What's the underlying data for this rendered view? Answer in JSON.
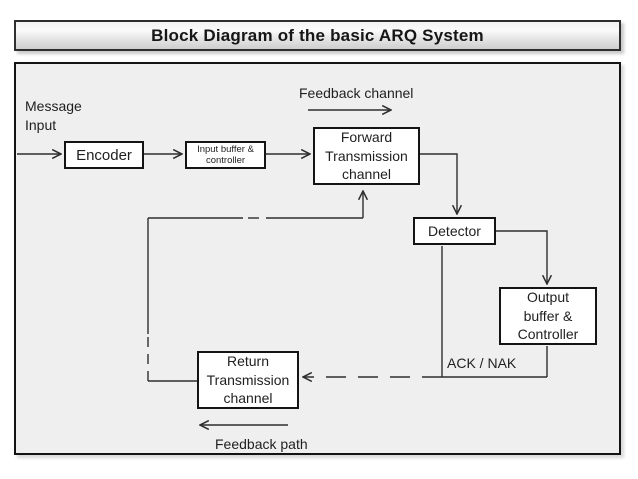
{
  "title": "Block Diagram of the basic ARQ System",
  "diagram": {
    "blocks": {
      "encoder": "Encoder",
      "input_buffer": "Input buffer &\ncontroller",
      "forward_channel": "Forward\nTransmission\nchannel",
      "detector": "Detector",
      "output_buffer": "Output\nbuffer &\nController",
      "return_channel": "Return\nTransmission\nchannel"
    },
    "labels": {
      "message_input": "Message\nInput",
      "feedback_channel": "Feedback channel",
      "ack_nak": "ACK / NAK",
      "feedback_path": "Feedback path"
    },
    "colors": {
      "frame_background": "#efefef",
      "block_background": "#ffffff",
      "border": "#141414",
      "line": "#2f2f2f",
      "title_gradient_top": "#f2f2f2",
      "title_gradient_bottom": "#cfcfcf"
    }
  }
}
